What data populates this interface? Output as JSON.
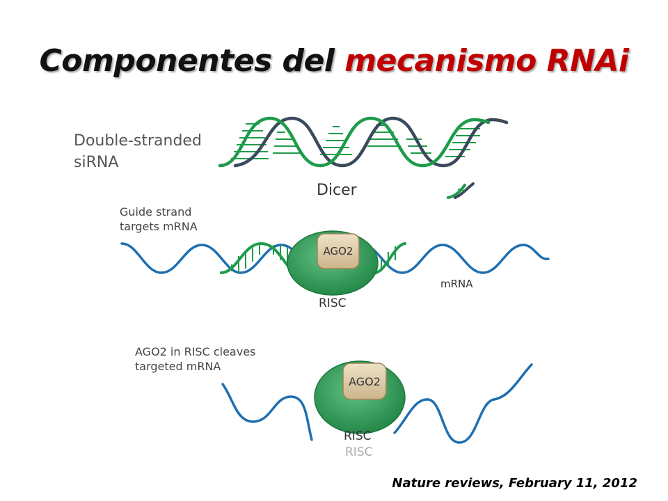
{
  "title": {
    "part1": "Componentes del",
    "part2": "mecanismo RNAi",
    "color_part1": "#111111",
    "color_part2": "#c00000"
  },
  "diagram": {
    "label_dsrna_line1": "Double-stranded",
    "label_dsrna_line2": "siRNA",
    "label_dicer": "Dicer",
    "label_guide_line1": "Guide strand",
    "label_guide_line2": "targets mRNA",
    "label_ago2_top": "AGO2",
    "label_risc_top": "RISC",
    "label_mrna": "mRNA",
    "label_cleave_line1": "AGO2 in RISC cleaves",
    "label_cleave_line2": "targeted mRNA",
    "label_ago2_bottom": "AGO2",
    "label_risc_bottom": "RISC",
    "colors": {
      "sirna_green": "#1e9b4a",
      "sirna_dark": "#3a4a5c",
      "mrna_blue": "#1f6fb0",
      "risc_green": "#2e9a55",
      "ago2_tan": "#d9c39e"
    }
  },
  "citation": "Nature reviews, February 11, 2012"
}
